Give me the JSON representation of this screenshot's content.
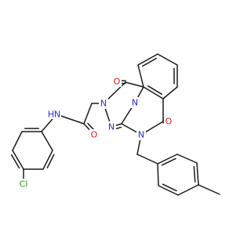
{
  "colors": {
    "bond": "#1a1a1a",
    "background": "#ffffff",
    "nitrogen": "#2b2bd6",
    "oxygen": "#e01b1b",
    "chlorine": "#1f9a1f"
  },
  "atom_labels": {
    "nh": "N",
    "nh_h": "H",
    "o_amide": "O",
    "o_triazole": "O",
    "o_quinaz": "O",
    "n_2": "N",
    "n_bridge": "N",
    "n_triazole_low": "N",
    "n_4": "N",
    "cl": "Cl"
  }
}
